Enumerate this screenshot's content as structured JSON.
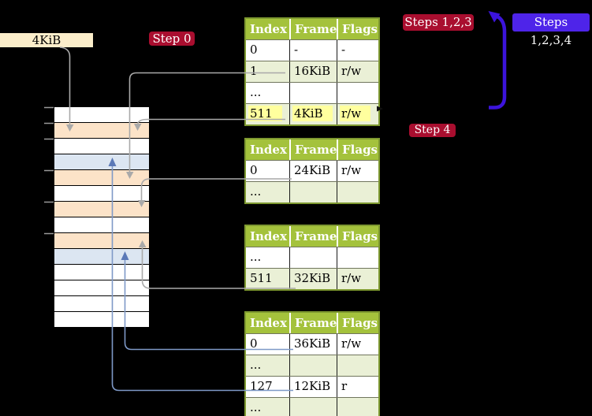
{
  "colors": {
    "bg": "#000000",
    "header-green": "#a4c23c",
    "row-green": "#eaf0d6",
    "border-green": "#7e9930",
    "peach": "#fce3c8",
    "blue-row": "#dce6f2",
    "cream": "#fbedca",
    "red-label": "#a90e2f",
    "blue-label": "#4e24e9",
    "blue-arrow": "#3c14dc",
    "gray-line": "#a9a9a9",
    "blue-line": "#7e99c7",
    "blue-line-arrow": "#5b79b7",
    "highlight": "#ffff9e",
    "tick-gray": "#9a9a9a"
  },
  "labels": {
    "frame_size": "4KiB",
    "step0": "Step 0",
    "steps123": "Steps 1,2,3",
    "steps1234": "Steps 1,2,3,4",
    "step4": "Step 4"
  },
  "memory": {
    "rows": [
      "white",
      "peach",
      "white",
      "blue",
      "peach",
      "white",
      "peach",
      "white",
      "peach",
      "blue",
      "white",
      "white",
      "white",
      "white"
    ]
  },
  "tables": [
    {
      "id": "table1",
      "columns": [
        "Index",
        "Frame",
        "Flags"
      ],
      "rows": [
        {
          "cells": [
            "0",
            "-",
            "-"
          ],
          "highlight": false
        },
        {
          "cells": [
            "1",
            "16KiB",
            "r/w"
          ],
          "highlight": false
        },
        {
          "cells": [
            "...",
            "",
            ""
          ],
          "highlight": false
        },
        {
          "cells": [
            "511",
            "4KiB",
            "r/w"
          ],
          "highlight": true
        }
      ]
    },
    {
      "id": "table2",
      "columns": [
        "Index",
        "Frame",
        "Flags"
      ],
      "rows": [
        {
          "cells": [
            "0",
            "24KiB",
            "r/w"
          ],
          "highlight": false
        },
        {
          "cells": [
            "...",
            "",
            ""
          ],
          "highlight": false
        }
      ]
    },
    {
      "id": "table3",
      "columns": [
        "Index",
        "Frame",
        "Flags"
      ],
      "rows": [
        {
          "cells": [
            "...",
            "",
            ""
          ],
          "highlight": false
        },
        {
          "cells": [
            "511",
            "32KiB",
            "r/w"
          ],
          "highlight": false
        }
      ]
    },
    {
      "id": "table4",
      "columns": [
        "Index",
        "Frame",
        "Flags"
      ],
      "rows": [
        {
          "cells": [
            "0",
            "36KiB",
            "r/w"
          ],
          "highlight": false
        },
        {
          "cells": [
            "...",
            "",
            ""
          ],
          "highlight": false
        },
        {
          "cells": [
            "127",
            "12KiB",
            "r"
          ],
          "highlight": false
        },
        {
          "cells": [
            "...",
            "",
            ""
          ],
          "highlight": false
        }
      ]
    }
  ]
}
